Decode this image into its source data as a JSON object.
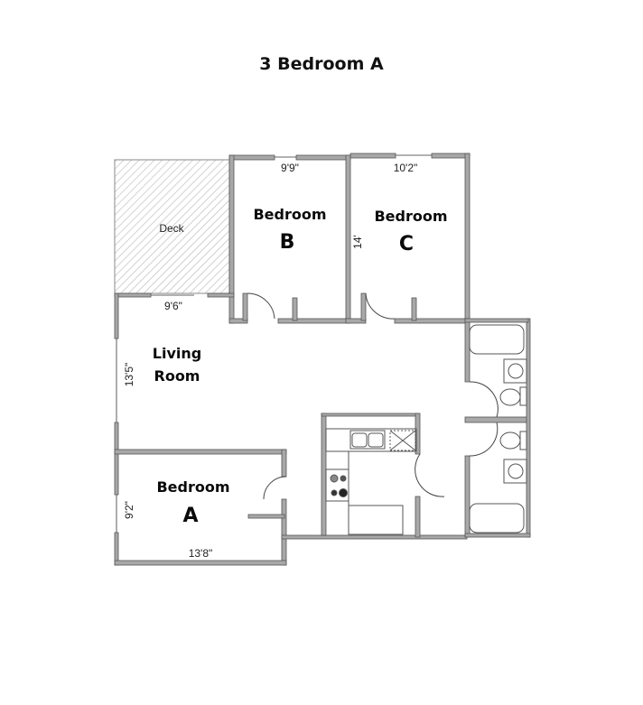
{
  "title": "3 Bedroom A",
  "rooms": {
    "deck": {
      "label": "Deck",
      "dim_width": "9'6\""
    },
    "bedroom_b": {
      "label": "Bedroom",
      "letter": "B",
      "dim_width": "9'9\""
    },
    "bedroom_c": {
      "label": "Bedroom",
      "letter": "C",
      "dim_width": "10'2\"",
      "dim_depth": "14'"
    },
    "living_room": {
      "label_line1": "Living",
      "label_line2": "Room",
      "dim_depth": "13'5\""
    },
    "bedroom_a": {
      "label": "Bedroom",
      "letter": "A",
      "dim_width": "13'8\"",
      "dim_depth": "9'2\""
    }
  },
  "colors": {
    "wall": "#9a9a9a",
    "wall_outline": "#555555",
    "hatch": "#b5b5b5",
    "text": "#0a0a0a"
  }
}
